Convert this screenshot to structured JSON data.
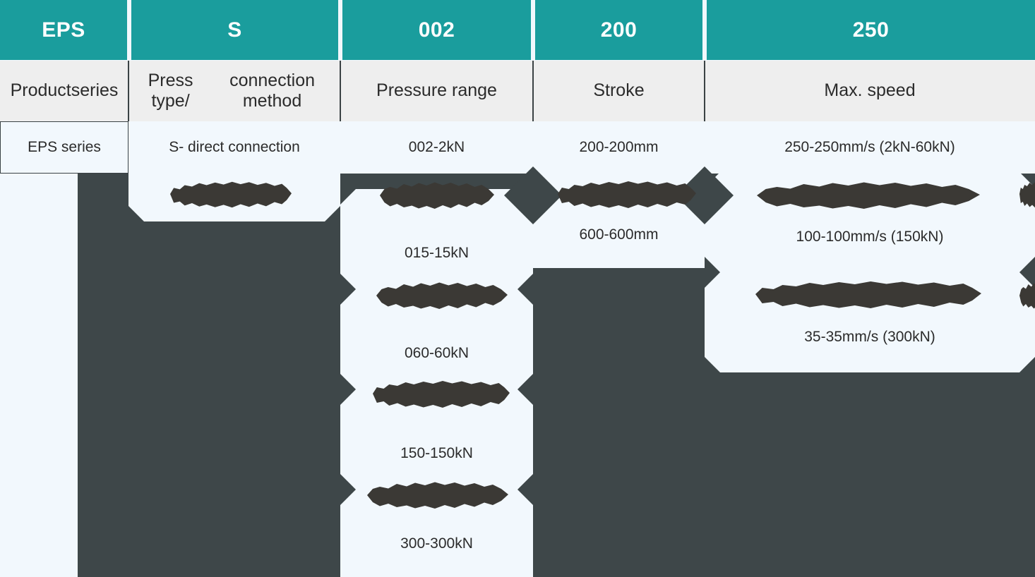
{
  "diagram": {
    "title": "EPS series product model code breakdown",
    "colors": {
      "header_teal": "#1a9d9d",
      "subheader_gray": "#eeeeee",
      "cell_background": "#f2f8fd",
      "dark_background": "#3e4749",
      "redaction": "#3b3935",
      "text_dark": "#2b2b2b",
      "text_light": "#ffffff"
    },
    "columns": [
      {
        "code": "EPS",
        "label": "Product\nseries",
        "label_line1": "Product",
        "label_line2": "series",
        "values": [
          "EPS series"
        ]
      },
      {
        "code": "S",
        "label": "Press type/\nconnection method",
        "label_line1": "Press type/",
        "label_line2": "connection method",
        "values": [
          "S- direct connection"
        ]
      },
      {
        "code": "002",
        "label": "Pressure range",
        "label_line1": "Pressure range",
        "label_line2": "",
        "values": [
          "002-2kN",
          "015-15kN",
          "060-60kN",
          "150-150kN",
          "300-300kN"
        ]
      },
      {
        "code": "200",
        "label": "Stroke",
        "label_line1": "Stroke",
        "label_line2": "",
        "values": [
          "200-200mm",
          "600-600mm"
        ]
      },
      {
        "code": "250",
        "label": "Max. speed",
        "label_line1": "Max. speed",
        "label_line2": "",
        "values": [
          "250-250mm/s (2kN-60kN)",
          "100-100mm/s (150kN)",
          "35-35mm/s (300kN)"
        ]
      }
    ]
  }
}
